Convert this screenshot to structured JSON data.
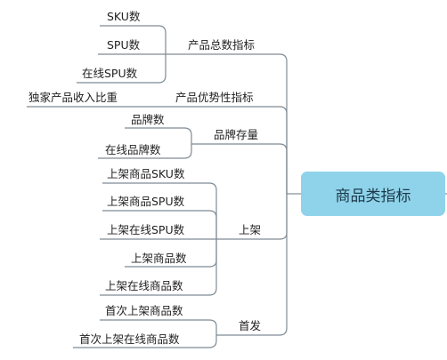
{
  "central": {
    "label": "商品类指标"
  },
  "branches": [
    {
      "label": "产品总数指标",
      "children": [
        "SKU数",
        "SPU数",
        "在线SPU数"
      ]
    },
    {
      "label": "产品优势性指标",
      "children": [
        "独家产品收入比重"
      ]
    },
    {
      "label": "品牌存量",
      "children": [
        "品牌数",
        "在线品牌数"
      ]
    },
    {
      "label": "上架",
      "children": [
        "上架商品SKU数",
        "上架商品SPU数",
        "上架在线SPU数",
        "上架商品数",
        "上架在线商品数"
      ]
    },
    {
      "label": "首发",
      "children": [
        "首次上架商品数",
        "首次上架在线商品数"
      ]
    }
  ]
}
